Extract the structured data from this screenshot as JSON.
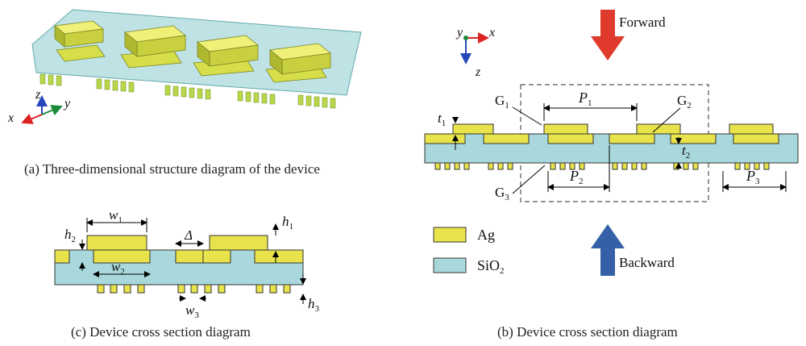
{
  "captions": {
    "a": "(a) Three-dimensional structure diagram of the device",
    "b": "(b) Device cross section diagram",
    "c": "(c) Device cross section diagram"
  },
  "axes3d": {
    "x": "x",
    "y": "y",
    "z": "z"
  },
  "axes2d": {
    "x": "x",
    "y": "y",
    "z": "z"
  },
  "arrows": {
    "forward": "Forward",
    "backward": "Backward"
  },
  "legend": {
    "ag": {
      "label": "Ag",
      "color": "#e8e34a"
    },
    "sio2": {
      "label": "SiO",
      "sub": "2",
      "color": "#a9d8dc"
    }
  },
  "labels_b": {
    "g1": "G",
    "g1_sub": "1",
    "g2": "G",
    "g2_sub": "2",
    "g3": "G",
    "g3_sub": "3",
    "p1": "P",
    "p1_sub": "1",
    "p2": "P",
    "p2_sub": "2",
    "p3": "P",
    "p3_sub": "3",
    "t1": "t",
    "t1_sub": "1",
    "t2": "t",
    "t2_sub": "2"
  },
  "labels_c": {
    "w1": "w",
    "w1_sub": "1",
    "w2": "w",
    "w2_sub": "2",
    "w3": "w",
    "w3_sub": "3",
    "h1": "h",
    "h1_sub": "1",
    "h2": "h",
    "h2_sub": "2",
    "h3": "h",
    "h3_sub": "3",
    "delta": "Δ"
  },
  "colors": {
    "ag": "#e8e34a",
    "sio2": "#a9d8dc",
    "forward": "#e03a2c",
    "backward": "#3560a8"
  }
}
